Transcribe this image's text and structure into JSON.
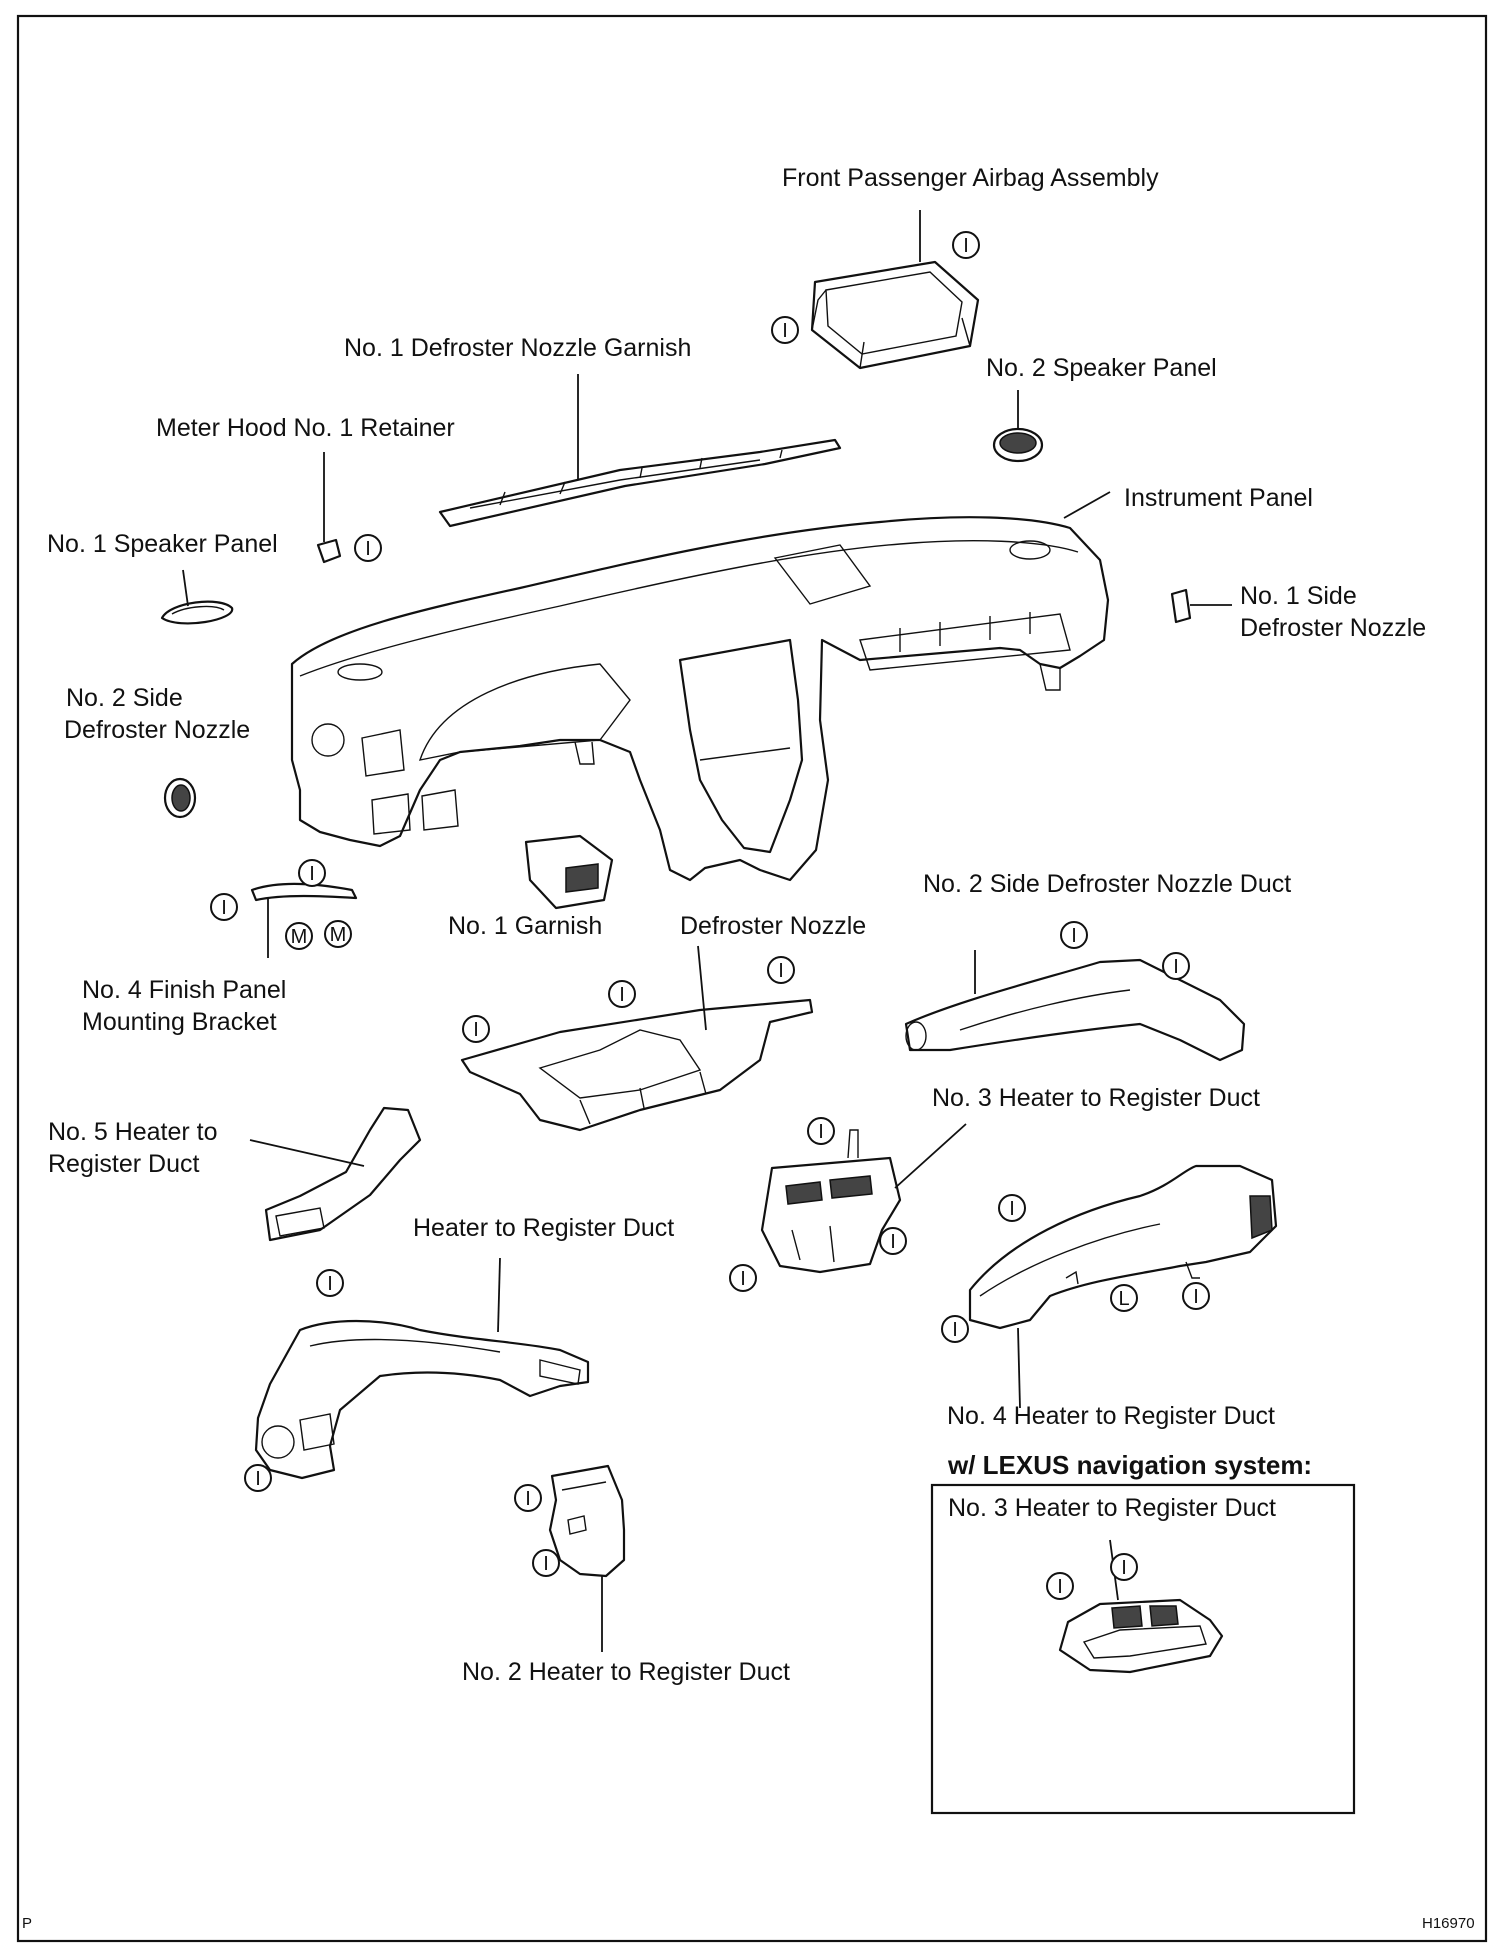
{
  "labels": {
    "airbag": "Front Passenger Airbag Assembly",
    "defroster_garnish": "No. 1 Defroster Nozzle Garnish",
    "speaker2": "No. 2 Speaker Panel",
    "meter_hood": "Meter Hood No. 1 Retainer",
    "instrument_panel": "Instrument Panel",
    "speaker1": "No. 1 Speaker Panel",
    "side_def1_line1": "No. 1 Side",
    "side_def1_line2": "Defroster Nozzle",
    "side_def2_line1": "No. 2 Side",
    "side_def2_line2": "Defroster Nozzle",
    "garnish1": "No. 1 Garnish",
    "defroster_nozzle": "Defroster Nozzle",
    "side_def2_duct": "No. 2 Side Defroster Nozzle Duct",
    "finish_panel_line1": "No. 4 Finish Panel",
    "finish_panel_line2": "Mounting Bracket",
    "heater5_line1": "No. 5 Heater to",
    "heater5_line2": "Register Duct",
    "heater3": "No. 3 Heater to Register Duct",
    "heater_duct": "Heater to Register Duct",
    "heater4": "No. 4 Heater to Register Duct",
    "heater2": "No. 2 Heater to Register Duct",
    "nav_heading": "w/ LEXUS navigation system:",
    "nav_heater3": "No. 3 Heater to Register Duct"
  },
  "callouts": {
    "clip_i": "I",
    "clip_m": "M",
    "clip_l": "L"
  },
  "corner": {
    "left": "P",
    "right": "H16970"
  }
}
